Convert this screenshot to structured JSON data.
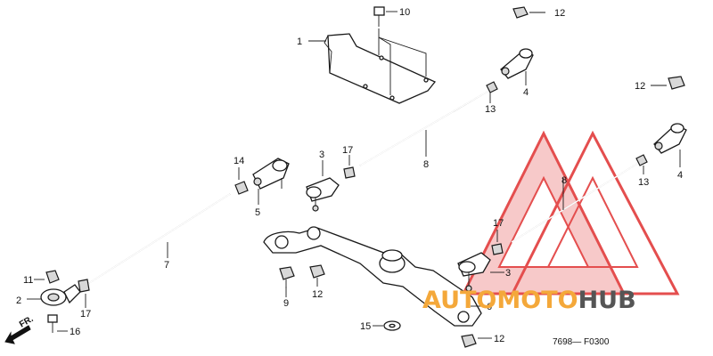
{
  "diagram": {
    "code": "7698— F0300",
    "front_label": "FR.",
    "watermark": {
      "part1": "AUTO",
      "part2": "MOTO",
      "part3": "HUB",
      "accent": "#f4a83a",
      "dark": "#555555",
      "logo_color": "#e03030"
    },
    "parts": [
      {
        "id": "p1",
        "label": "1"
      },
      {
        "id": "p2",
        "label": "2"
      },
      {
        "id": "p3a",
        "label": "3"
      },
      {
        "id": "p3b",
        "label": "3"
      },
      {
        "id": "p4a",
        "label": "4"
      },
      {
        "id": "p4b",
        "label": "4"
      },
      {
        "id": "p5",
        "label": "5"
      },
      {
        "id": "p6",
        "label": "6"
      },
      {
        "id": "p7",
        "label": "7"
      },
      {
        "id": "p8a",
        "label": "8"
      },
      {
        "id": "p8b",
        "label": "8"
      },
      {
        "id": "p9",
        "label": "9"
      },
      {
        "id": "p10",
        "label": "10"
      },
      {
        "id": "p11",
        "label": "11"
      },
      {
        "id": "p12a",
        "label": "12"
      },
      {
        "id": "p12b",
        "label": "12"
      },
      {
        "id": "p12c",
        "label": "12"
      },
      {
        "id": "p12d",
        "label": "12"
      },
      {
        "id": "p13a",
        "label": "13"
      },
      {
        "id": "p13b",
        "label": "13"
      },
      {
        "id": "p14",
        "label": "14"
      },
      {
        "id": "p15",
        "label": "15"
      },
      {
        "id": "p16",
        "label": "16"
      },
      {
        "id": "p17a",
        "label": "17"
      },
      {
        "id": "p17b",
        "label": "17"
      },
      {
        "id": "p17c",
        "label": "17"
      }
    ]
  }
}
